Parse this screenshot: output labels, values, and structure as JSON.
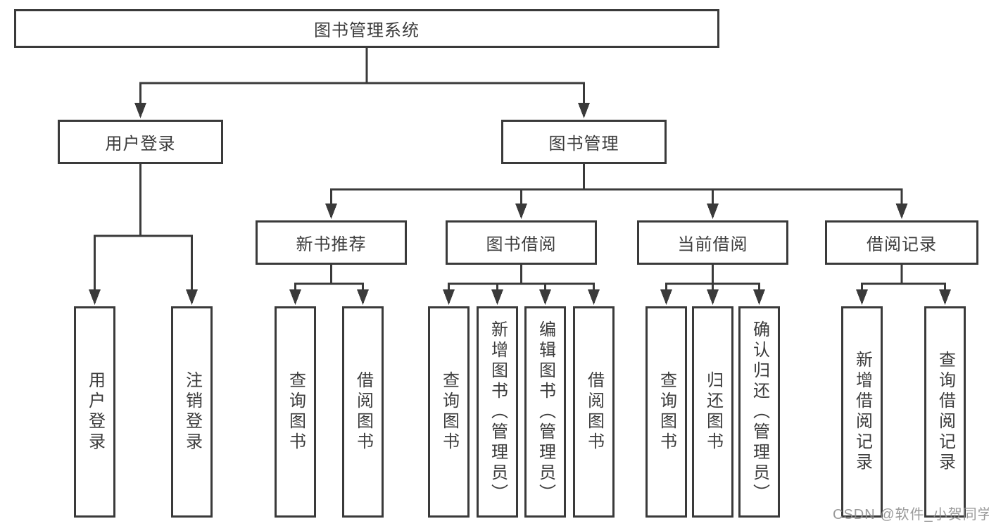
{
  "title": {
    "label": "图书管理系统"
  },
  "branches": {
    "user_login": {
      "label": "用户登录",
      "children": [
        "用户登录",
        "注销登录"
      ]
    },
    "book_management": {
      "label": "图书管理",
      "sections": [
        {
          "label": "新书推荐",
          "children": [
            "查询图书",
            "借阅图书"
          ]
        },
        {
          "label": "图书借阅",
          "children": [
            "查询图书",
            "新增图书（管理员）",
            "编辑图书（管理员）",
            "借阅图书"
          ]
        },
        {
          "label": "当前借阅",
          "children": [
            "查询图书",
            "归还图书",
            "确认归还（管理员）"
          ]
        },
        {
          "label": "借阅记录",
          "children": [
            "新增借阅记录",
            "查询借阅记录"
          ]
        }
      ]
    }
  },
  "watermark": {
    "text": "CSDN @软件_小贺同学"
  },
  "colors": {
    "line": "#3a3a3a",
    "text": "#3c3c3c",
    "background": "#ffffff",
    "watermark": "#999999"
  }
}
